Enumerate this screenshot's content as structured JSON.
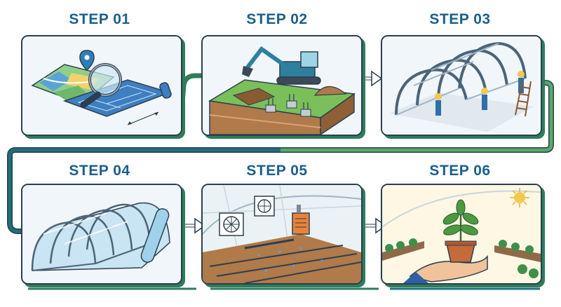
{
  "steps": [
    {
      "label": "STEP 01",
      "scene": "site-planning"
    },
    {
      "label": "STEP 02",
      "scene": "excavation-foundation"
    },
    {
      "label": "STEP 03",
      "scene": "frame-assembly"
    },
    {
      "label": "STEP 04",
      "scene": "covering-installation"
    },
    {
      "label": "STEP 05",
      "scene": "systems-installation"
    },
    {
      "label": "STEP 06",
      "scene": "planting-cultivation"
    }
  ],
  "colors": {
    "title": "#1b5f8c",
    "flow_green": "#2e7d5b",
    "flow_teal": "#1f6f7a",
    "card_border": "#2b3f4f",
    "card_shadow": "#2e7d5b"
  }
}
